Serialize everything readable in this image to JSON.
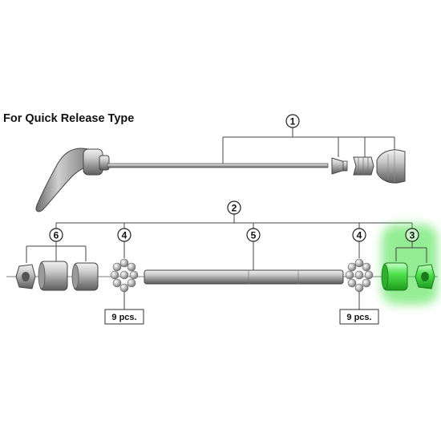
{
  "title": "For Quick Release Type",
  "callouts": {
    "skewer": "1",
    "axle_assembly": "2",
    "cone_locknut_right": "3",
    "balls_left": "4",
    "axle": "5",
    "balls_right": "4",
    "cone_locknut_left": "6"
  },
  "quantity_labels": {
    "balls_left_qty": "9 pcs.",
    "balls_right_qty": "9 pcs."
  },
  "highlight_color": "#3de03d"
}
